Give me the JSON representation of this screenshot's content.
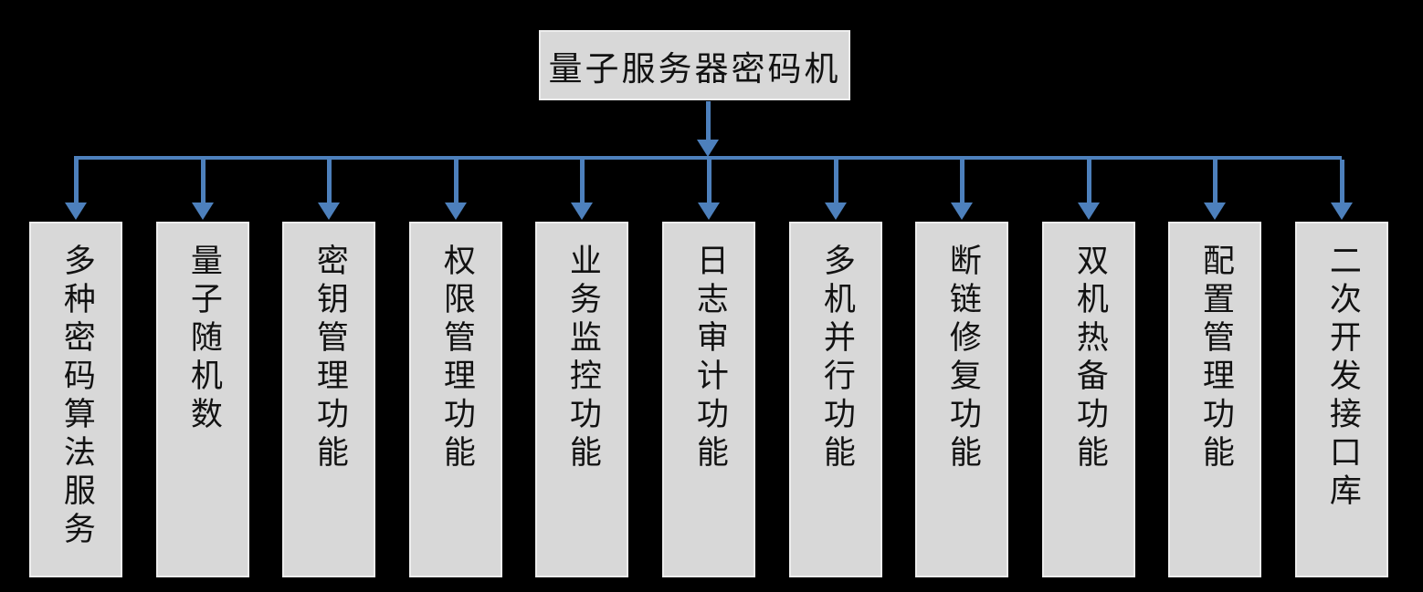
{
  "diagram": {
    "root": {
      "label": "量子服务器密码机"
    },
    "children": [
      {
        "label": "多种密码算法服务"
      },
      {
        "label": "量子随机数"
      },
      {
        "label": "密钥管理功能"
      },
      {
        "label": "权限管理功能"
      },
      {
        "label": "业务监控功能"
      },
      {
        "label": "日志审计功能"
      },
      {
        "label": "多机并行功能"
      },
      {
        "label": "断链修复功能"
      },
      {
        "label": "双机热备功能"
      },
      {
        "label": "配置管理功能"
      },
      {
        "label": "二次开发接口库"
      }
    ],
    "colors": {
      "background": "#000000",
      "node_fill": "#d8d8d8",
      "node_border": "#ededed",
      "connector_blue": "#4d80bc",
      "text": "#121212"
    }
  }
}
